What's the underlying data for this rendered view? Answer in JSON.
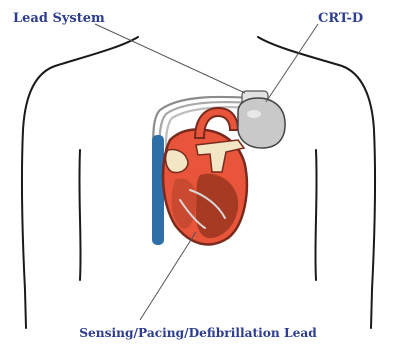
{
  "labels": {
    "lead_system": "Lead System",
    "device": "CRT-D",
    "bottom_lead": "Sensing/Pacing/Defibrillation Lead"
  },
  "colors": {
    "label_text": "#2e3d8f",
    "body_outline": "#1a1a1a",
    "heart_red": "#e8553b",
    "heart_dark": "#7a2a1c",
    "heart_muscle": "#a63a23",
    "vessel_cream": "#f3e6c4",
    "vein_blue": "#2f6fa8",
    "device_gray": "#c9c9c9",
    "lead_gray": "#9a9a9a"
  },
  "icons": {
    "figure": "torso-outline-icon",
    "organ": "heart-icon",
    "implant": "crt-d-device-icon"
  }
}
